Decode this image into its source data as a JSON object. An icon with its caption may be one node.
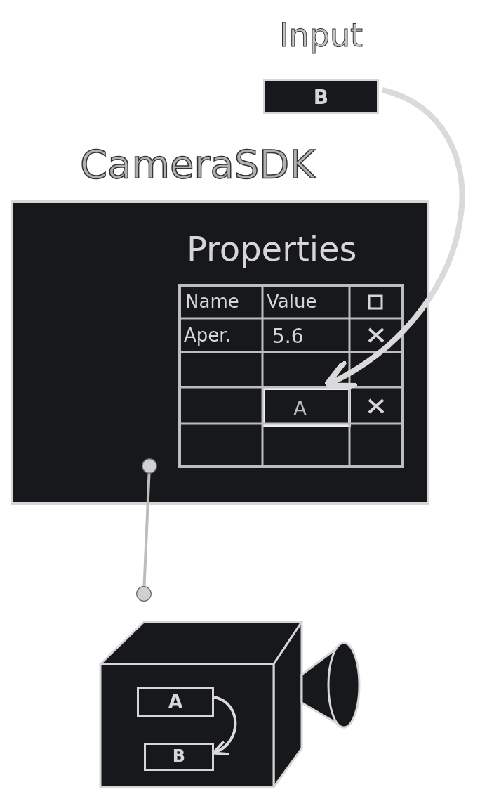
{
  "diagram": {
    "nodes": [
      {
        "text": [
          "Input",
          "B"
        ]
      },
      {
        "text": [
          "CameraSDK"
        ]
      },
      {
        "text": [
          "Properties"
        ],
        "in": 1
      },
      {
        "text": [
          "A"
        ],
        "in": 2
      },
      {
        "text": [],
        "shape": "picture"
      },
      {
        "text": [
          "A"
        ],
        "in": 4
      },
      {
        "text": [
          "B"
        ],
        "in": 4
      }
    ],
    "edges": [
      {
        "from": 0,
        "to": 3,
        "arrow": "to",
        "style": "thick"
      },
      {
        "from": 1,
        "to": 4,
        "arrow": "other"
      },
      {
        "from": 5,
        "to": 6,
        "arrow": "to"
      }
    ],
    "labels": [
      "Name",
      "Value",
      "Aper.",
      "5.6"
    ]
  }
}
